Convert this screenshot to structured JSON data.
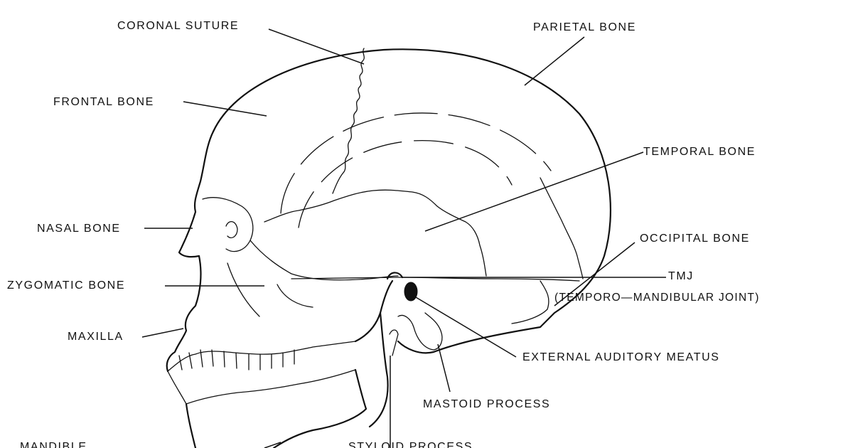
{
  "labels": {
    "coronal_suture": "CORONAL SUTURE",
    "parietal_bone": "PARIETAL BONE",
    "frontal_bone": "FRONTAL BONE",
    "temporal_bone": "TEMPORAL BONE",
    "nasal_bone": "NASAL BONE",
    "occipital_bone": "OCCIPITAL BONE",
    "zygomatic_bone": "ZYGOMATIC BONE",
    "tmj": "TMJ",
    "tmj_full": "(TEMPORO—MANDIBULAR JOINT)",
    "maxilla": "MAXILLA",
    "external_auditory_meatus": "EXTERNAL AUDITORY MEATUS",
    "mastoid_process": "MASTOID PROCESS",
    "mandible": "MANDIBLE",
    "styloid_process": "STYLOID PROCESS"
  },
  "colors": {
    "ink": "#111111",
    "background": "#ffffff"
  }
}
